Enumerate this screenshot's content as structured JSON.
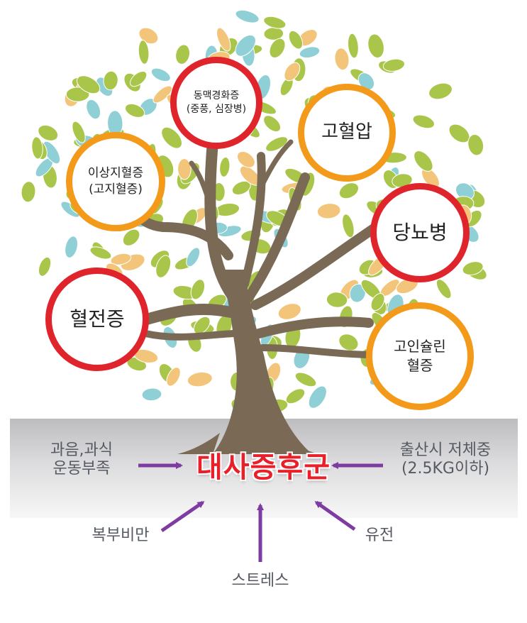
{
  "center": "대사증후군",
  "colors": {
    "red": "#e0242b",
    "orange": "#f39a1b",
    "trunk": "#7a6a55",
    "arrow": "#7e3ca3",
    "leaf_green": "#a9c64a",
    "leaf_teal": "#8fcfd6",
    "leaf_orange": "#f3c57a"
  },
  "diseases": [
    {
      "line1": "동맥경화증",
      "line2": "(중풍, 심장병)",
      "color": "red"
    },
    {
      "line1": "고혈압",
      "line2": "",
      "color": "orange"
    },
    {
      "line1": "이상지혈증",
      "line2": "(고지혈증)",
      "color": "orange"
    },
    {
      "line1": "당뇨병",
      "line2": "",
      "color": "red"
    },
    {
      "line1": "혈전증",
      "line2": "",
      "color": "red"
    },
    {
      "line1": "고인슐린",
      "line2": "혈증",
      "color": "orange"
    }
  ],
  "causes": {
    "overeating": {
      "line1": "과음,과식",
      "line2": "운동부족"
    },
    "low_birth_weight": {
      "line1": "출산시 저체중",
      "line2": "(2.5KG이하)"
    },
    "abdominal_obesity": "복부비만",
    "genetics": "유전",
    "stress": "스트레스"
  }
}
